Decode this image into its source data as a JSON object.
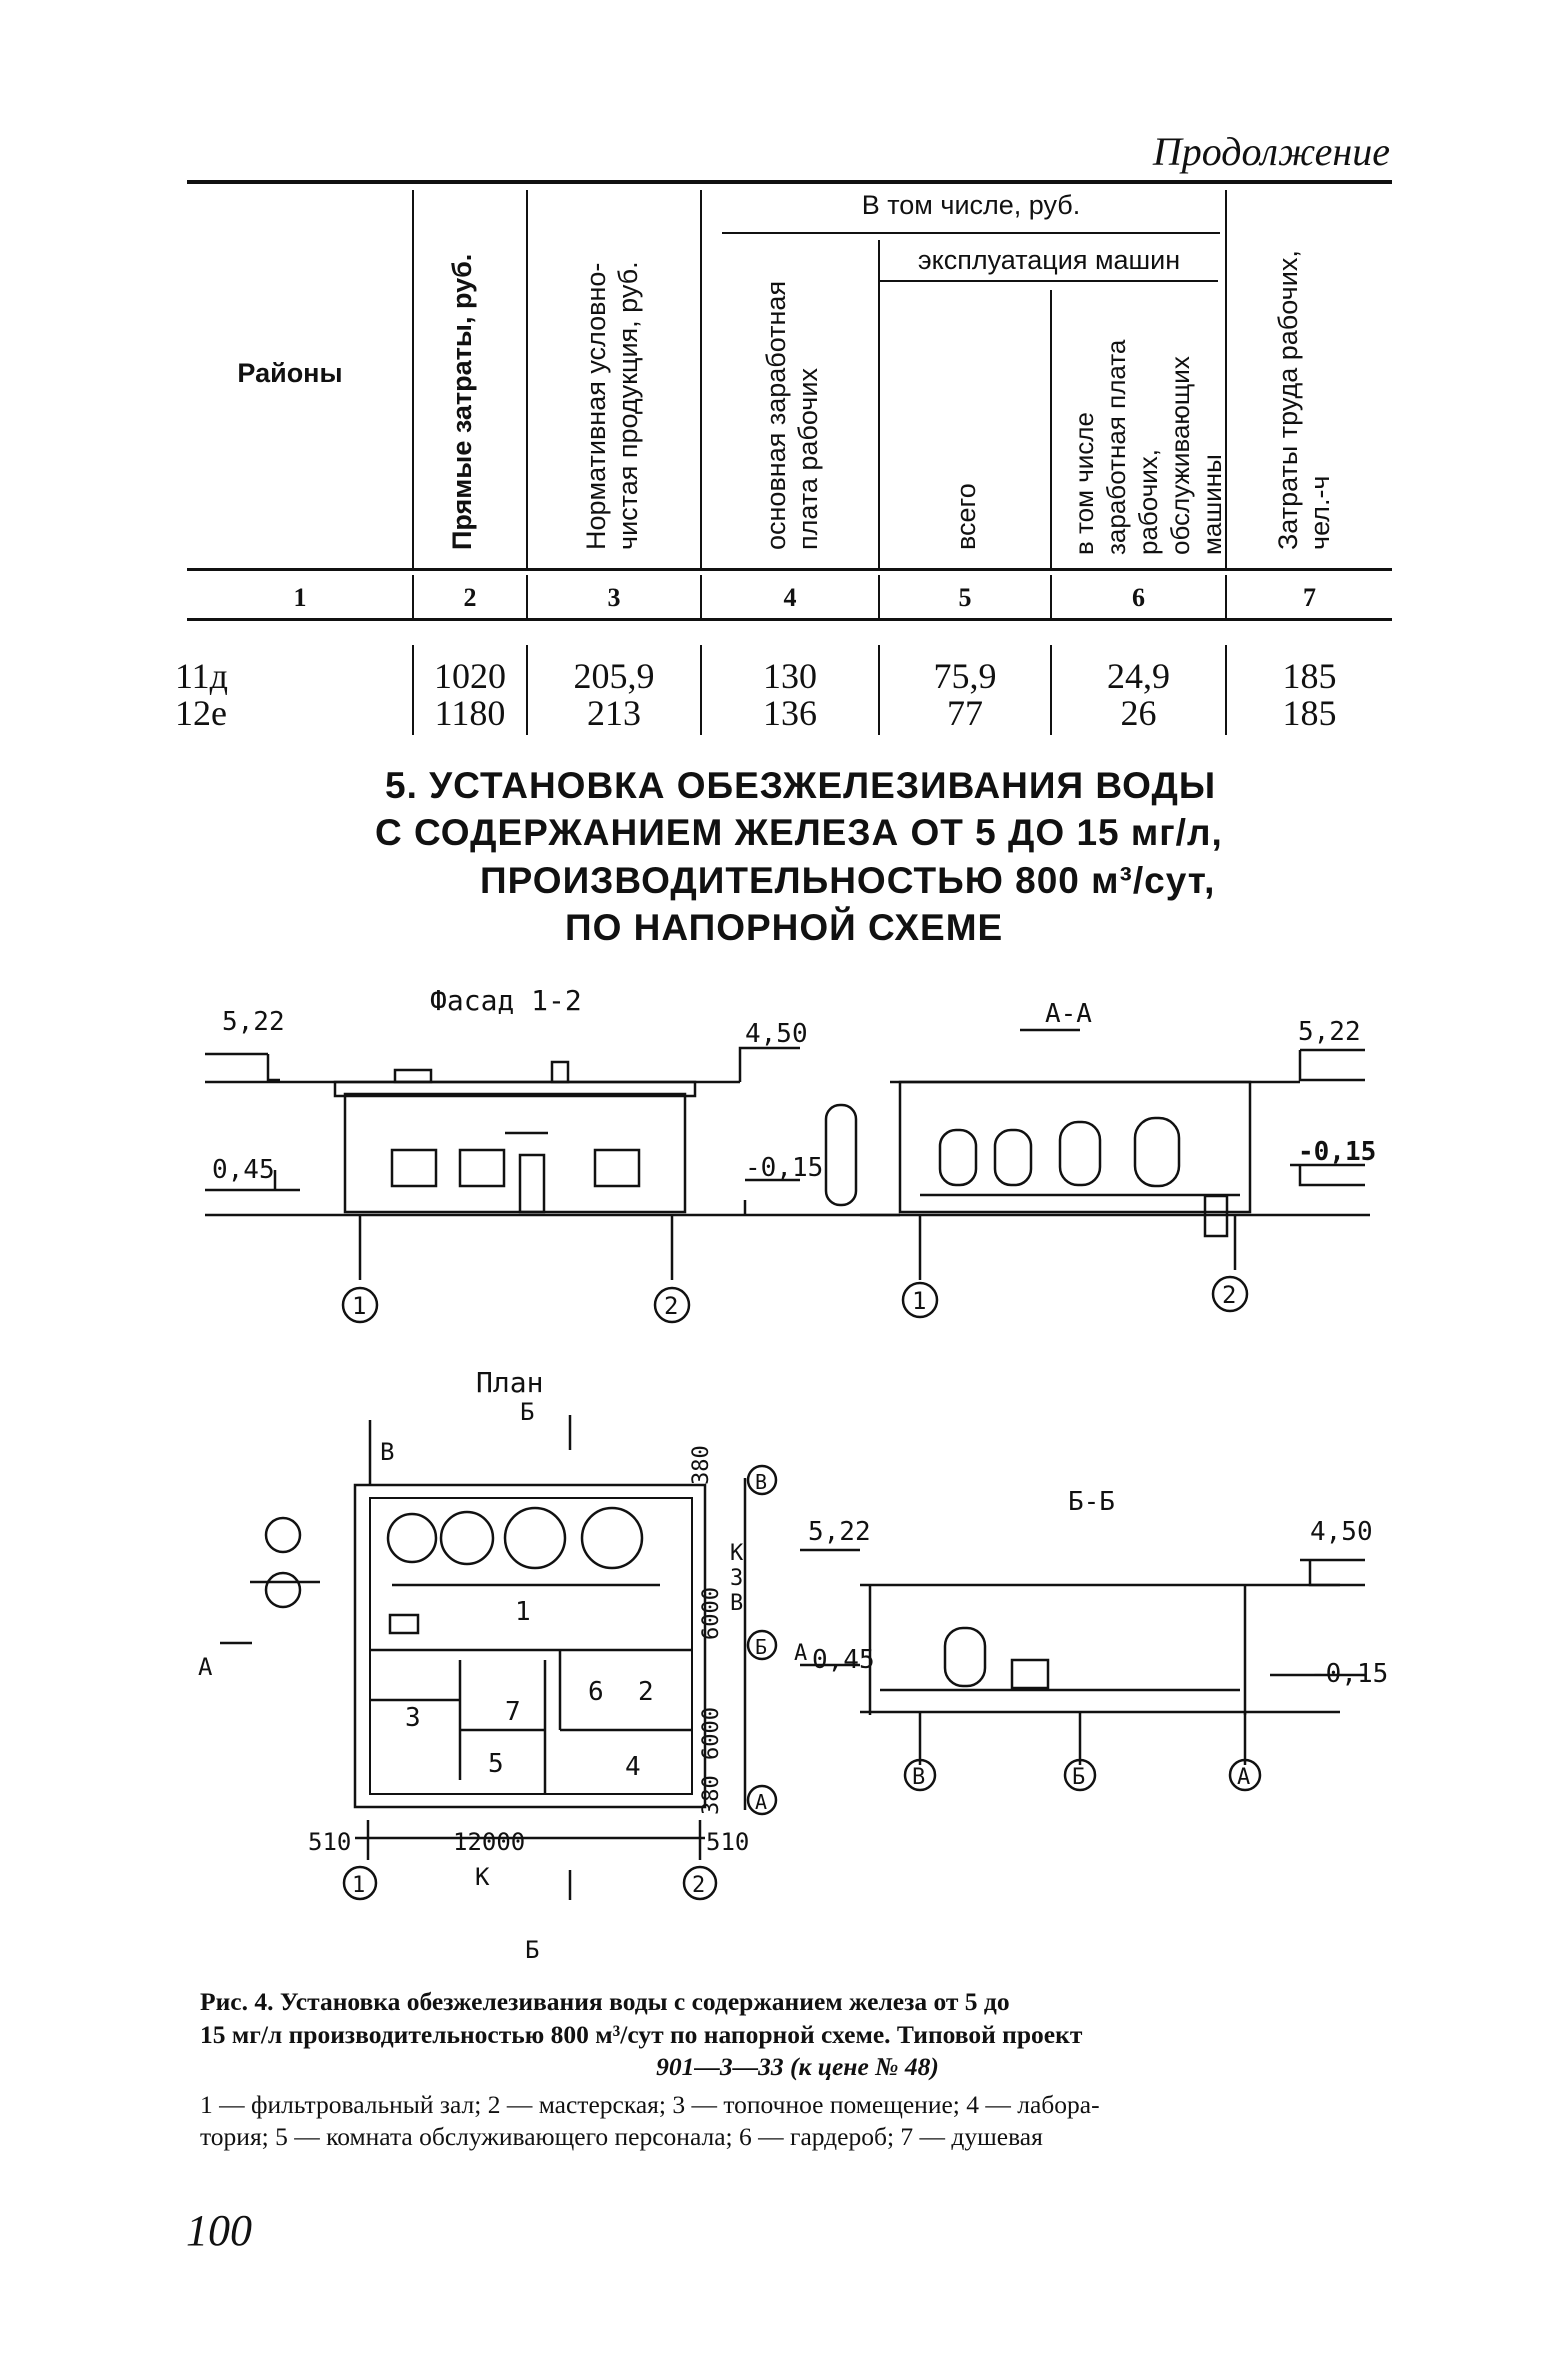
{
  "continuation": "Продолжение",
  "table": {
    "columns": [
      {
        "label": "Районы",
        "num": "1"
      },
      {
        "label": "Прямые затраты, руб.",
        "num": "2"
      },
      {
        "label": "Нормативная условно-чистая продукция, руб.",
        "num": "3"
      },
      {
        "label": "основная заработная плата рабочих",
        "num": "4"
      },
      {
        "label": "всего",
        "num": "5"
      },
      {
        "label": "в том числе заработная плата рабочих, обслуживающих машины",
        "num": "6"
      },
      {
        "label": "Затраты труда рабочих, чел.-ч",
        "num": "7"
      }
    ],
    "group_header": "В том числе, руб.",
    "subgroup_header": "эксплуатация машин",
    "rows": [
      [
        "11д",
        "1020",
        "205,9",
        "130",
        "75,9",
        "24,9",
        "185"
      ],
      [
        "12е",
        "1180",
        "213",
        "136",
        "77",
        "26",
        "185"
      ]
    ]
  },
  "section_title": [
    "5. УСТАНОВКА ОБЕЗЖЕЛЕЗИВАНИЯ ВОДЫ",
    "С СОДЕРЖАНИЕМ ЖЕЛЕЗА ОТ 5 ДО 15 мг/л,",
    "ПРОИЗВОДИТЕЛЬНОСТЬЮ 800 м³/сут,",
    "ПО НАПОРНОЙ СХЕМЕ"
  ],
  "drawing": {
    "facade_label": "Фасад 1-2",
    "section_aa": "А-А",
    "section_bb": "Б-Б",
    "plan_label": "План",
    "elev_522": "5,22",
    "elev_450": "4,50",
    "elev_045": "0,45",
    "elev_015": "-0,15",
    "axis_1": "1",
    "axis_2": "2",
    "axis_A": "А",
    "axis_B": "Б",
    "axis_V": "В",
    "dim_12000": "12000",
    "dim_510": "510",
    "dim_380": "380",
    "dim_6000": "6000",
    "mark_A": "А",
    "mark_B": "Б",
    "mark_V": "В",
    "mark_K": "К",
    "mark_Z": "З",
    "room_1": "1",
    "room_2": "2",
    "room_3": "3",
    "room_4": "4",
    "room_5": "5",
    "room_6": "6",
    "room_7": "7"
  },
  "caption": {
    "line1": "Рис. 4. Установка обезжелезивания воды с содержанием железа от 5 до",
    "line2": "15 мг/л производительностью 800 м³/сут по напорной схеме. Типовой проект",
    "line3": "901—3—33 (к цене № 48)",
    "legend1": "1 — фильтровальный зал; 2 — мастерская; 3 — топочное помещение; 4 — лабора-",
    "legend2": "тория; 5 — комната обслуживающего персонала; 6 — гардероб; 7 — душевая"
  },
  "page_number": "100"
}
